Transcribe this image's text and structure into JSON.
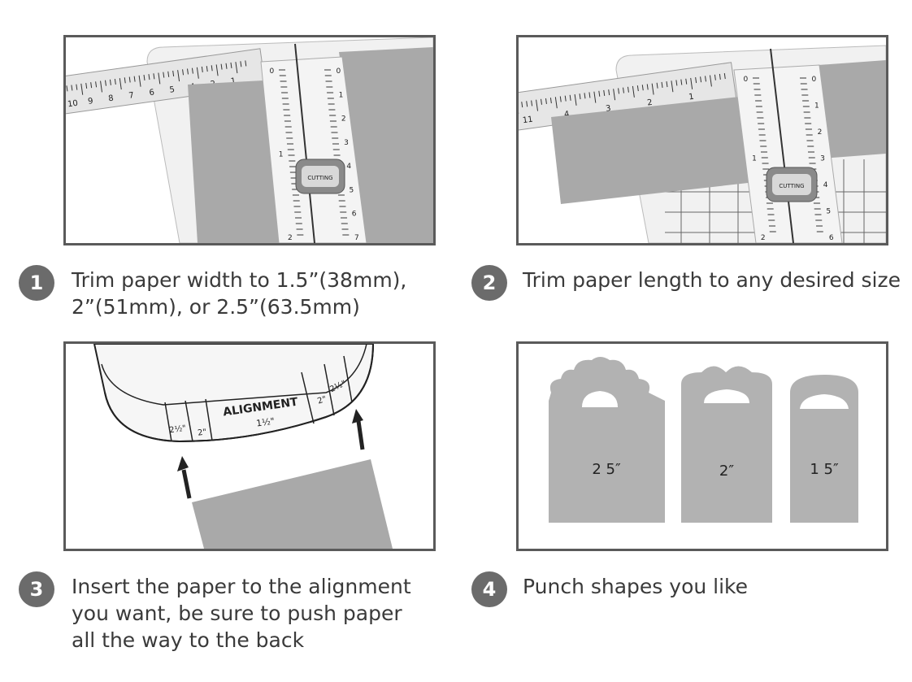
{
  "steps": [
    {
      "number": "1",
      "caption": "Trim paper width to 1.5”(38mm),\n2”(51mm), or 2.5”(63.5mm)"
    },
    {
      "number": "2",
      "caption": "Trim paper length to any desired size"
    },
    {
      "number": "3",
      "caption": "Insert the paper to the alignment\nyou want, be sure to push paper\nall the way to the back"
    },
    {
      "number": "4",
      "caption": "Punch shapes you like"
    }
  ],
  "panel1": {
    "ruler_left_ticks": [
      "10",
      "9",
      "8",
      "7",
      "6",
      "5",
      "4",
      "2",
      "1"
    ],
    "ruler_vert_left_ticks": [
      "0",
      "1",
      "2"
    ],
    "ruler_vert_right_ticks": [
      "0",
      "1",
      "2",
      "3",
      "4",
      "5",
      "6",
      "7"
    ],
    "cutter_label": "CUTTING"
  },
  "panel2": {
    "ruler_left_ticks": [
      "11",
      "4",
      "3",
      "2",
      "1"
    ],
    "ruler_vert_left_ticks": [
      "0",
      "1",
      "2"
    ],
    "ruler_vert_right_ticks": [
      "0",
      "1",
      "2",
      "3",
      "4",
      "5",
      "6"
    ],
    "cutter_label": "CUTTING"
  },
  "panel3": {
    "alignment_label": "ALIGNMENT",
    "center_size": "1½\"",
    "left_sizes": [
      "2½\"",
      "2\""
    ],
    "right_sizes": [
      "2\"",
      "2½\""
    ]
  },
  "panel4": {
    "tags": [
      "2 5″",
      "2″",
      "1 5″"
    ]
  },
  "colors": {
    "paper": "#a9a9a9",
    "tag": "#b2b2b2",
    "badge": "#6b6b6b",
    "border": "#5a5a5a"
  }
}
